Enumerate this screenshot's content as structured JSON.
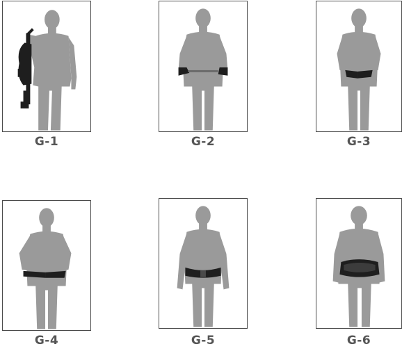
{
  "figures": [
    {
      "label": "G-1"
    },
    {
      "label": "G-2"
    },
    {
      "label": "G-3"
    },
    {
      "label": "G-4"
    },
    {
      "label": "G-5"
    },
    {
      "label": "G-6"
    }
  ],
  "colors": {
    "silhouette": "#9a9a9a",
    "belt": "#1e1e1e",
    "label": "#555555",
    "frame": "#4a4a4a"
  }
}
